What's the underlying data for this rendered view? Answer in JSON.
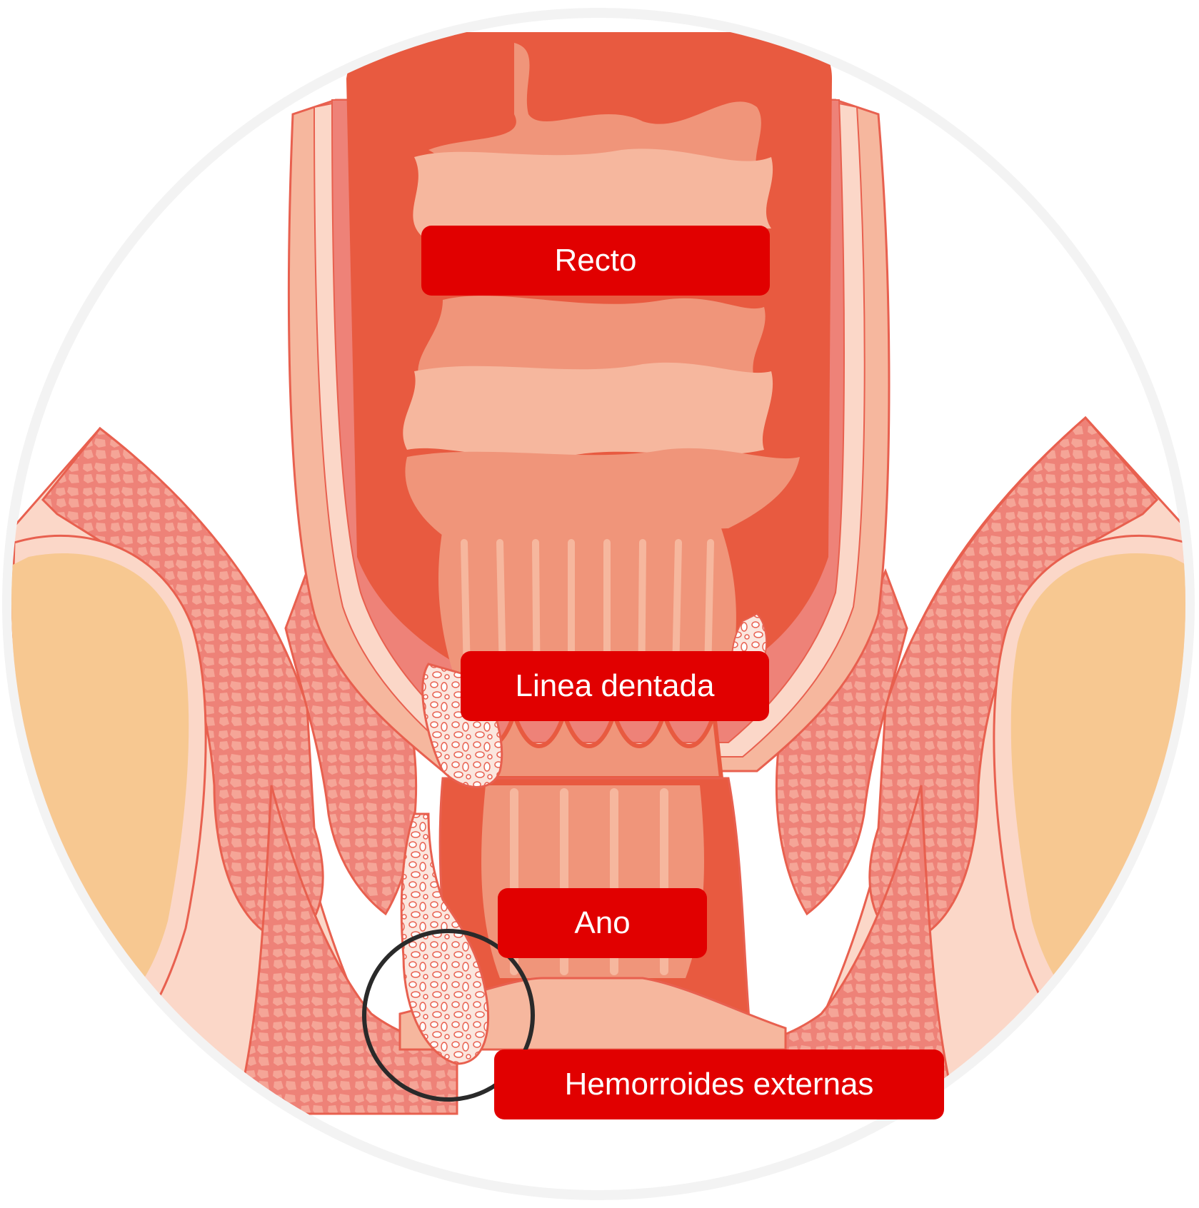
{
  "labels": {
    "recto": "Recto",
    "linea_dentada": "Linea dentada",
    "ano": "Ano",
    "hemorroides_externas": "Hemorroides externas"
  },
  "colors": {
    "label_bg": "#e10000",
    "label_text": "#ffffff",
    "rectum_dark": "#e85a40",
    "rectum_mid": "#f0957a",
    "rectum_light": "#f6b79e",
    "muscle": "#ee8278",
    "muscle_cell": "#f29a8c",
    "skin": "#fbd7c8",
    "fat": "#f7c891",
    "outline": "#e8604f",
    "highlight_circle": "#2a2a2a",
    "frame": "#f3f3f3"
  },
  "icons": {
    "highlight": "circle-highlight-icon"
  }
}
